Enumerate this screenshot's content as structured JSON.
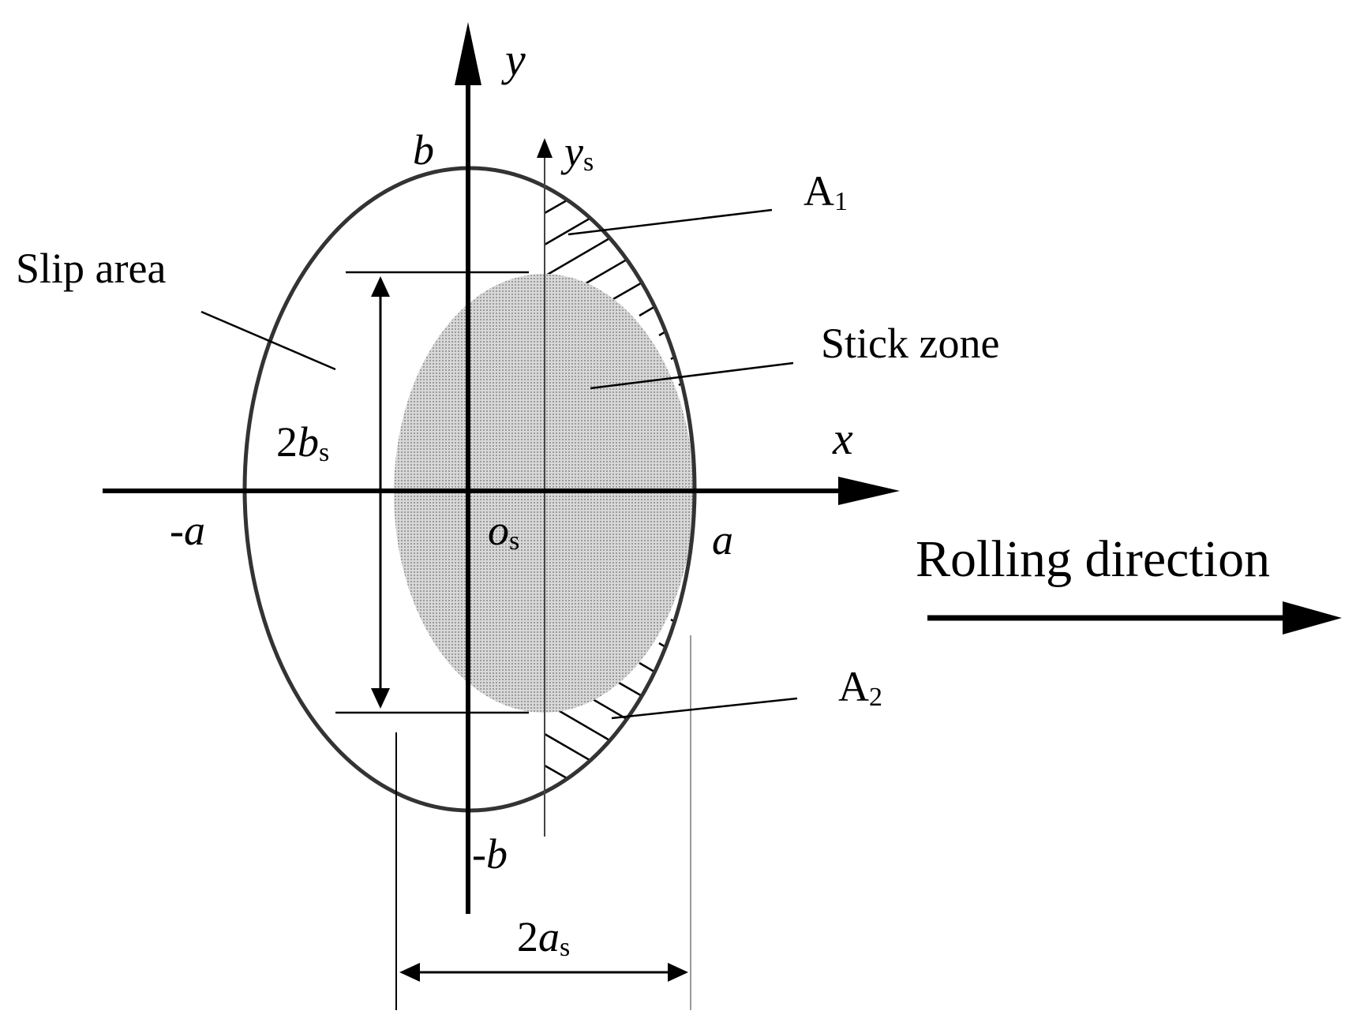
{
  "diagram": {
    "axis_labels": {
      "y": "y",
      "x": "x",
      "ys_main": "y",
      "ys_sub": "s"
    },
    "points": {
      "b": "b",
      "neg_b": "-b",
      "a": "a",
      "neg_a": "-a",
      "origin_main": "o",
      "origin_sub": "s"
    },
    "regions": {
      "slip_area": "Slip area",
      "stick_zone": "Stick zone",
      "A1_main": "A",
      "A1_sub": "1",
      "A2_main": "A",
      "A2_sub": "2"
    },
    "dimensions": {
      "height_prefix": "2",
      "height_var": "b",
      "height_sub": "s",
      "width_prefix": "2",
      "width_var": "a",
      "width_sub": "s"
    },
    "rolling_direction": "Rolling direction",
    "colors": {
      "ellipse_stroke": "#333333",
      "stick_fill": "#c8c8c8",
      "axis": "#000000"
    }
  }
}
